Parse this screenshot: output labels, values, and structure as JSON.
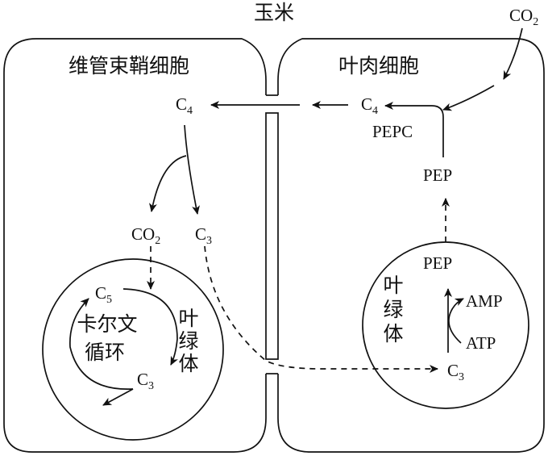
{
  "title": "玉米",
  "cells": {
    "bundle_sheath": {
      "label": "维管束鞘细胞",
      "c4": {
        "base": "C",
        "sub": "4"
      },
      "co2": {
        "base": "CO",
        "sub": "2"
      },
      "c3": {
        "base": "C",
        "sub": "3"
      },
      "chloroplast": {
        "c5": {
          "base": "C",
          "sub": "5"
        },
        "c3": {
          "base": "C",
          "sub": "3"
        },
        "cycle_line1": "卡尔文",
        "cycle_line2": "循环",
        "label_chars": [
          "叶",
          "绿",
          "体"
        ]
      }
    },
    "mesophyll": {
      "label": "叶肉细胞",
      "co2_external": {
        "base": "CO",
        "sub": "2"
      },
      "c4": {
        "base": "C",
        "sub": "4"
      },
      "enzyme": "PEPC",
      "pep_cytosol": "PEP",
      "chloroplast": {
        "pep": "PEP",
        "amp": "AMP",
        "atp": "ATP",
        "c3": {
          "base": "C",
          "sub": "3"
        },
        "label_chars": [
          "叶",
          "绿",
          "体"
        ]
      }
    }
  }
}
